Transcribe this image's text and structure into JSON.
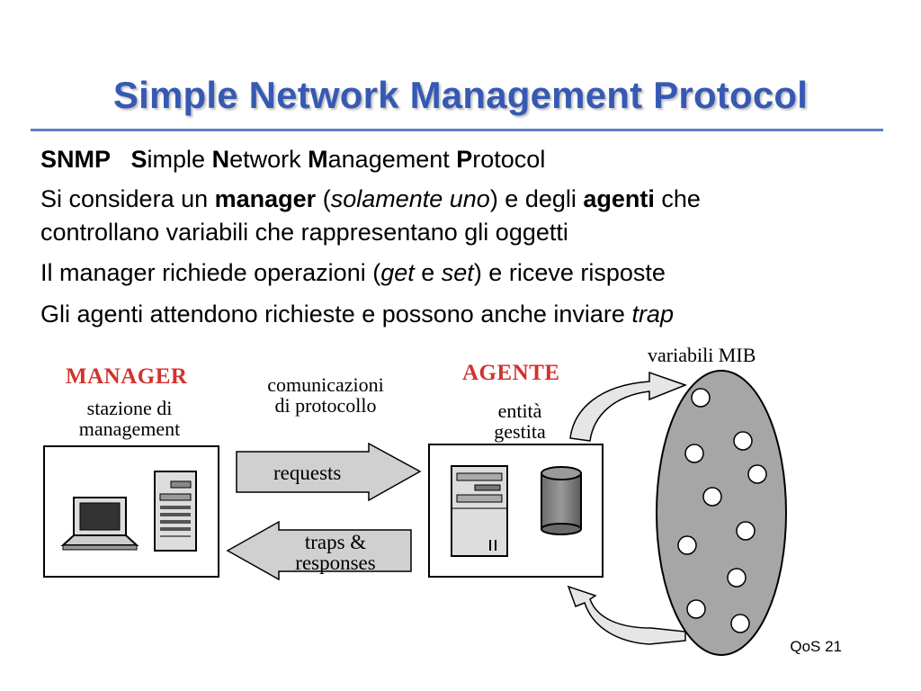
{
  "title": "Simple Network Management Protocol",
  "bullets": {
    "b1": {
      "acronym": "SNMP",
      "parts": [
        {
          "initial": "S",
          "rest": "imple"
        },
        {
          "initial": "N",
          "rest": "etwork"
        },
        {
          "initial": "M",
          "rest": "anagement"
        },
        {
          "initial": "P",
          "rest": "rotocol"
        }
      ]
    },
    "b2": {
      "t1": "Si considera un ",
      "manager": "manager",
      "t2": " (",
      "solamente": "solamente uno",
      "t3": ") e degli ",
      "agenti": "agenti",
      "t4": " che",
      "line2": "controllano variabili che rappresentano gli oggetti"
    },
    "b3": {
      "t1": "Il manager richiede operazioni (",
      "get": "get",
      "t2": " e ",
      "set": "set",
      "t3": ") e riceve risposte"
    },
    "b4": {
      "t1": "Gli agenti attendono richieste e possono anche inviare ",
      "trap": "trap"
    }
  },
  "diagram": {
    "manager_title": "MANAGER",
    "manager_sub_1": "stazione di",
    "manager_sub_2": "management",
    "comm_1": "comunicazioni",
    "comm_2": "di protocollo",
    "agent_title": "AGENTE",
    "agent_sub_1": "entità",
    "agent_sub_2": "gestita",
    "mib_label": "variabili MIB",
    "requests": "requests",
    "traps_1": "traps &",
    "traps_2": "responses"
  },
  "footer": "QoS 21",
  "colors": {
    "title": "#3659b3",
    "accent_red": "#d2322d",
    "arrow_fill": "#d0d0d0",
    "ellipse_fill": "#a6a6a6"
  }
}
